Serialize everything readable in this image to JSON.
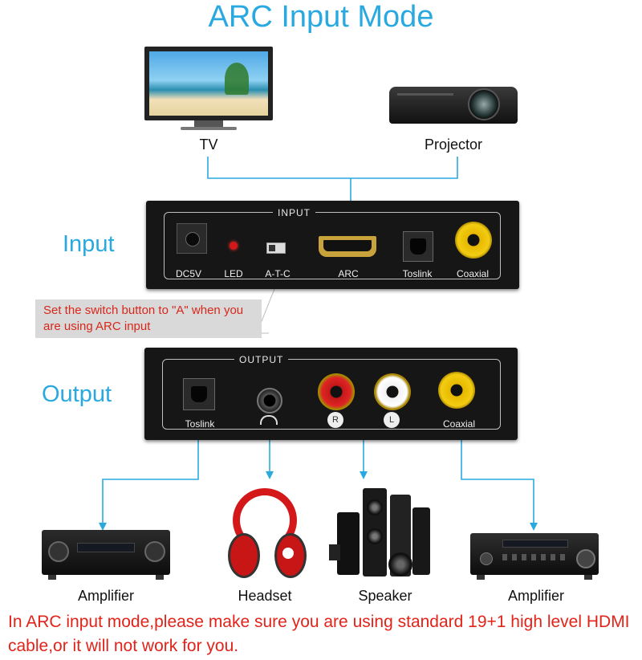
{
  "title": "ARC Input Mode",
  "sources": {
    "tv": "TV",
    "projector": "Projector"
  },
  "input_panel": {
    "side_label": "Input",
    "header": "INPUT",
    "ports": [
      "DC5V",
      "LED",
      "A-T-C",
      "ARC",
      "Toslink",
      "Coaxial"
    ]
  },
  "note": "Set the switch button to \"A\" when you are using ARC input",
  "output_panel": {
    "side_label": "Output",
    "header": "OUTPUT",
    "ports": [
      "Toslink",
      "Coaxial"
    ],
    "rca_labels": [
      "R",
      "L"
    ]
  },
  "devices": [
    "Amplifier",
    "Headset",
    "Speaker",
    "Amplifier"
  ],
  "warning": "In ARC input mode,please make sure you are using standard 19+1 high level HDMI cable,or it will not work for you.",
  "colors": {
    "accent": "#29a9e0",
    "warning": "#e2231a",
    "box": "#161616"
  }
}
